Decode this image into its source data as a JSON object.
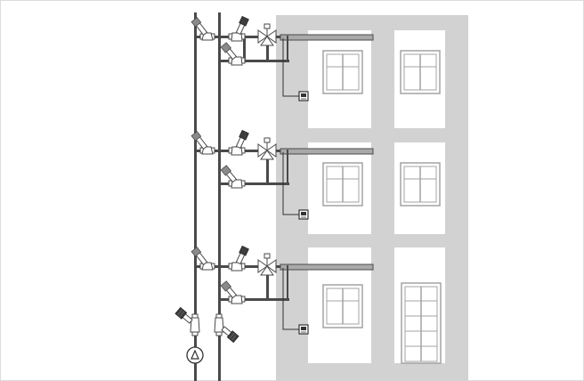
{
  "diagram": {
    "floors": [
      {
        "name": "floor-top"
      },
      {
        "name": "floor-middle"
      },
      {
        "name": "floor-bottom"
      }
    ],
    "colors": {
      "wall": "#d2d2d2",
      "window_frame": "#a3a3a3",
      "pipe": "#4a4a4a",
      "emitter": "#a9a9a9",
      "valve_fill": "#ffffff",
      "actuator": "#3d3d3d",
      "handwheel": "#8a8a8a",
      "border": "#d9d9d9"
    },
    "components": [
      "vertical-riser-pipes",
      "balancing-valve",
      "control-valve-with-actuator",
      "three-way-valve",
      "bypass-valve",
      "room-thermostat",
      "radiant-emitter",
      "circulation-pump"
    ]
  }
}
